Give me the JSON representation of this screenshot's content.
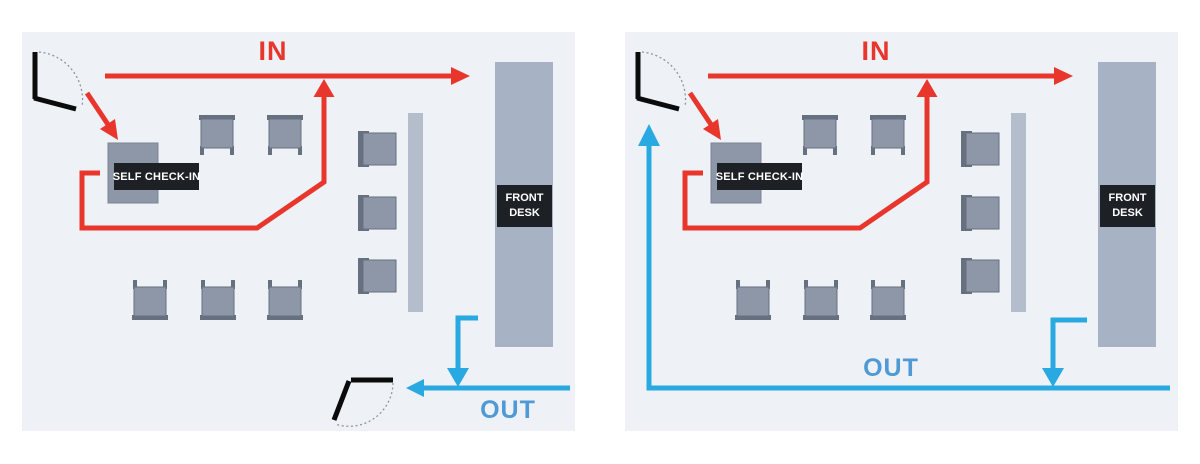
{
  "colors": {
    "panel_bg": "#eef1f6",
    "in_red": "#e8362c",
    "out_blue": "#29a9e1",
    "out_text_blue": "#4f9ad4",
    "chair_seat": "#8d97a8",
    "chair_frame": "#67707f",
    "divider": "#b4bdcc",
    "desk": "#a8b2c5",
    "label_bg": "#1d2025",
    "label_text": "#ffffff"
  },
  "panels": [
    {
      "name": "floorplan-left",
      "in_label": "IN",
      "out_label": "OUT",
      "self_check_in_label": "SELF CHECK-IN",
      "front_desk_label": "FRONT DESK"
    },
    {
      "name": "floorplan-right",
      "in_label": "IN",
      "out_label": "OUT",
      "self_check_in_label": "SELF CHECK-IN",
      "front_desk_label": "FRONT DESK"
    }
  ]
}
